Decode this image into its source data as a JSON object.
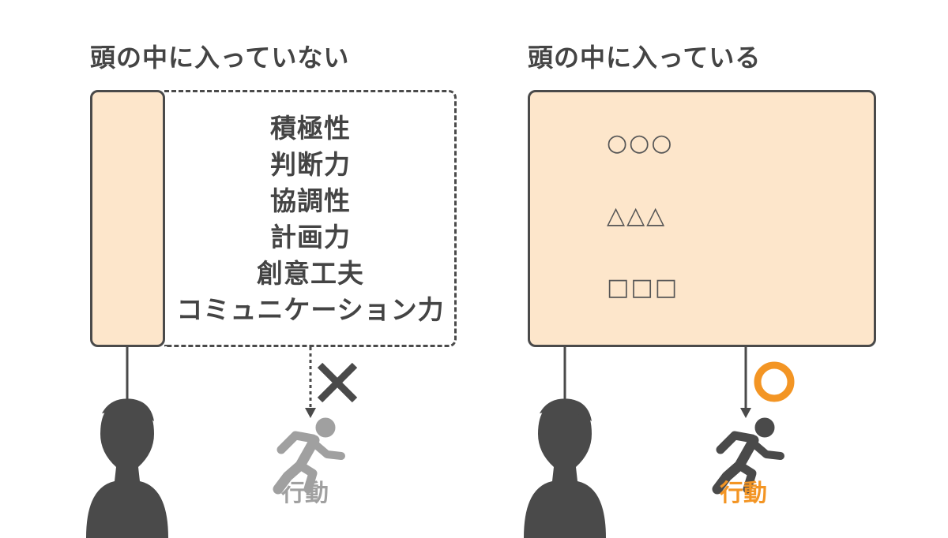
{
  "left_panel": {
    "heading": "頭の中に入っていない",
    "qualities": [
      "積極性",
      "判断力",
      "協調性",
      "計画力",
      "創意工夫",
      "コミュニケーション力"
    ],
    "action_label": "行動",
    "result_mark": "cross"
  },
  "right_panel": {
    "heading": "頭の中に入っている",
    "rows": [
      "○○○",
      "△△△",
      "□□□"
    ],
    "action_label": "行動",
    "result_mark": "circle"
  },
  "colors": {
    "head_fill": "#fde6cb",
    "outline": "#4a4a4a",
    "accent_orange": "#f39524",
    "inactive_gray": "#a0a0a0"
  },
  "icons": [
    "person-silhouette-icon",
    "running-person-icon",
    "cross-mark-icon",
    "circle-mark-icon",
    "arrow-down-icon"
  ]
}
